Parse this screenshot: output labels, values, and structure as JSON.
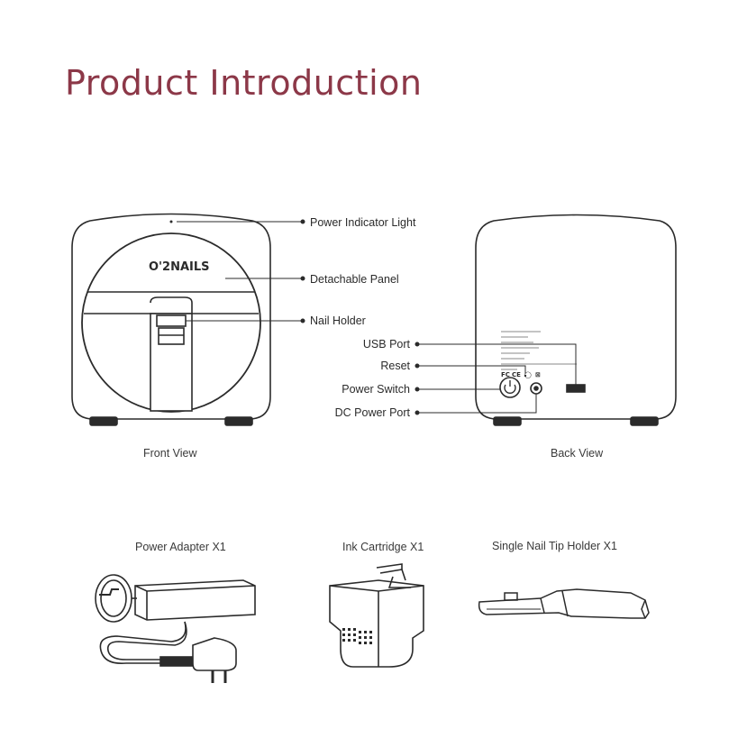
{
  "page": {
    "title": "Product Introduction"
  },
  "front_view": {
    "brand": "O'2NAILS",
    "caption": "Front View",
    "callouts": {
      "power_indicator_light": "Power Indicator Light",
      "detachable_panel": "Detachable Panel",
      "nail_holder": "Nail Holder"
    }
  },
  "back_view": {
    "caption": "Back View",
    "callouts": {
      "usb_port": "USB Port",
      "reset": "Reset",
      "power_switch": "Power Switch",
      "dc_power_port": "DC Power Port"
    }
  },
  "accessories": {
    "power_adapter": "Power Adapter X1",
    "ink_cartridge": "Ink Cartridge X1",
    "nail_tip_holder": "Single Nail Tip Holder X1"
  },
  "colors": {
    "title": "#8c3848",
    "line": "#2b2b2b"
  }
}
